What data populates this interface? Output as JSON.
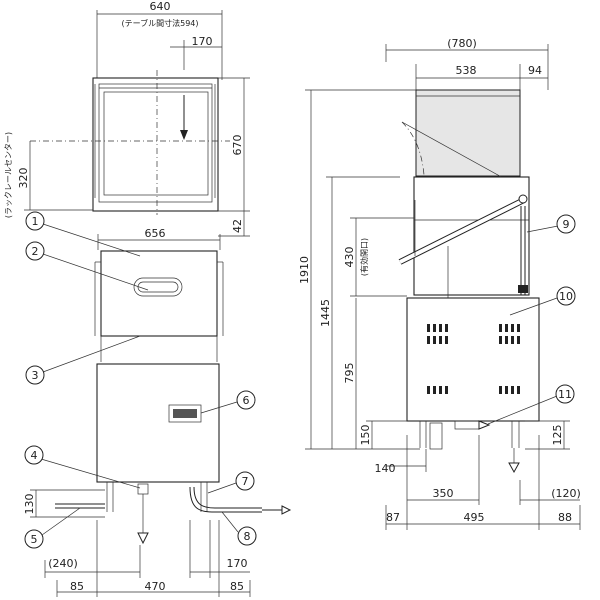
{
  "front_view": {
    "top_width": "640",
    "table_note": "(テーブル間寸法594)",
    "offset_170": "170",
    "rail_label": "(ラックレールセンター)",
    "rail_320": "320",
    "hood_670": "670",
    "gap_42": "42",
    "body_width": "656",
    "base_130": "130",
    "left_240": "(240)",
    "right_170": "170",
    "bottom_85_left": "85",
    "bottom_470": "470",
    "bottom_85_right": "85"
  },
  "side_view": {
    "overall_depth": "(780)",
    "hood_depth": "538",
    "rear_94": "94",
    "height_1910": "1910",
    "height_1445": "1445",
    "opening_430": "430",
    "opening_label": "(有効開口)",
    "table_795": "795",
    "foot_150": "150",
    "drain_125": "125",
    "left_140": "140",
    "center_350": "350",
    "right_120": "(120)",
    "bottom_87": "87",
    "bottom_495": "495",
    "bottom_88": "88"
  },
  "callouts": [
    "1",
    "2",
    "3",
    "4",
    "5",
    "6",
    "7",
    "8",
    "9",
    "11",
    "10"
  ]
}
